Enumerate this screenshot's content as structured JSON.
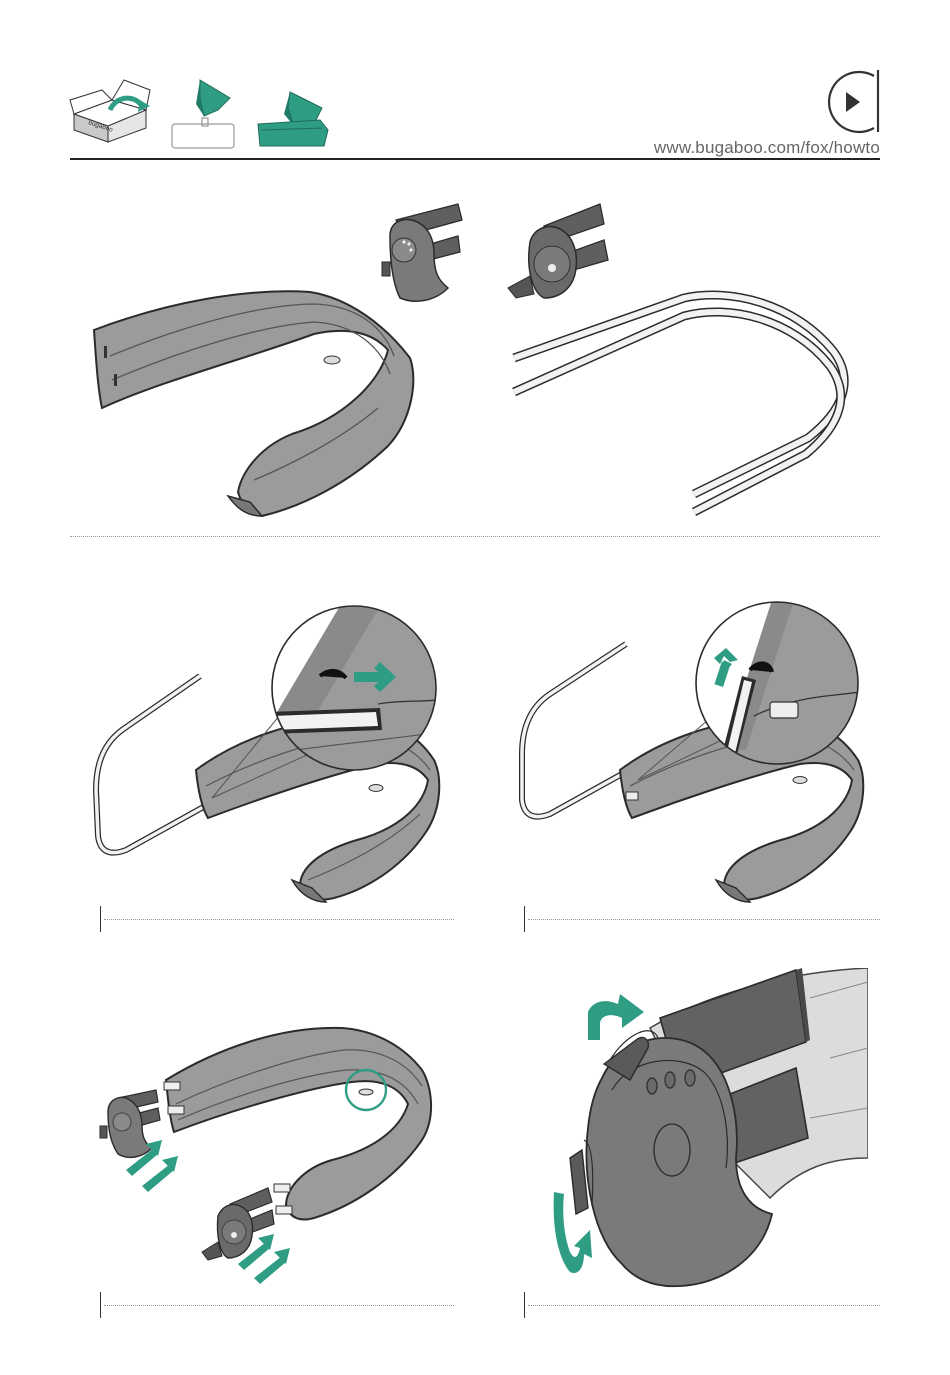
{
  "header": {
    "url": "www.bugaboo.com/fox/howto",
    "box_brand": "bugaboo",
    "icons": [
      "unbox-icon",
      "canopy-seat-icon",
      "canopy-bassinet-icon",
      "video-play-icon"
    ]
  },
  "colors": {
    "accent": "#2f9d84",
    "fabric": "#9b9b9b",
    "fabric_dark": "#6f6f6f",
    "outline": "#2b2b2b"
  },
  "steps": [
    {
      "id": "parts-overview",
      "icons": [
        "canopy-fabric-icon",
        "canopy-clip-left-icon",
        "canopy-clip-right-icon",
        "canopy-wire-frame-icon"
      ]
    },
    {
      "id": "insert-wire-left",
      "icons": [
        "zoom-circle-icon",
        "arrow-right-icon"
      ]
    },
    {
      "id": "insert-wire-right",
      "icons": [
        "zoom-circle-icon",
        "arrow-up-icon"
      ]
    },
    {
      "id": "attach-clips",
      "icons": [
        "double-arrow-icon",
        "highlight-circle-icon"
      ]
    },
    {
      "id": "fold-flaps",
      "icons": [
        "curved-arrow-icon"
      ]
    }
  ]
}
